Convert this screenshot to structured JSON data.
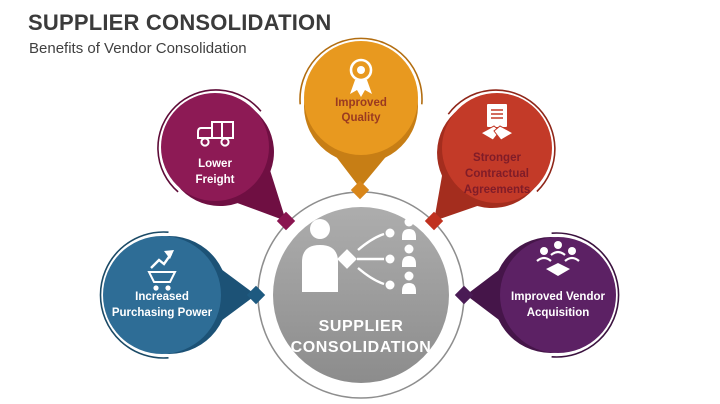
{
  "header": {
    "title": "SUPPLIER CONSOLIDATION",
    "subtitle": "Benefits of Vendor Consolidation"
  },
  "center": {
    "label_line1": "SUPPLIER",
    "label_line2": "CONSOLIDATION",
    "icon": "supplier-network-icon",
    "color": "#9a9a9a",
    "ring_color": "#8e8e8e"
  },
  "nodes": [
    {
      "id": "improved-quality",
      "label": "Improved Quality",
      "lines": [
        "Improved",
        "Quality"
      ],
      "icon": "award-ribbon-icon",
      "position": "top",
      "color": "#e8991f",
      "dark_color": "#c77e15",
      "arc_color": "#b26d10",
      "connector_color": "#d8861a",
      "text_color": "#9a3a20"
    },
    {
      "id": "lower-freight",
      "label": "Lower Freight",
      "lines": [
        "Lower",
        "Freight"
      ],
      "icon": "truck-icon",
      "position": "upper-left",
      "color": "#8d1a55",
      "dark_color": "#6f0f42",
      "arc_color": "#5e0c38",
      "connector_color": "#8a1550",
      "text_color": "#ffffff"
    },
    {
      "id": "stronger-contractual-agreements",
      "label": "Stronger Contractual Agreements",
      "lines": [
        "Stronger",
        "Contractual",
        "Agreements"
      ],
      "icon": "contract-handshake-icon",
      "position": "upper-right",
      "color": "#c33a28",
      "dark_color": "#a42d1e",
      "arc_color": "#8f2619",
      "connector_color": "#c0311f",
      "text_color": "#801c28"
    },
    {
      "id": "increased-purchasing-power",
      "label": "Increased Purchasing Power",
      "lines": [
        "Increased",
        "Purchasing Power"
      ],
      "icon": "cart-growth-icon",
      "position": "left",
      "color": "#2e6d96",
      "dark_color": "#1c5276",
      "arc_color": "#1b4a66",
      "connector_color": "#1e5a80",
      "text_color": "#ffffff"
    },
    {
      "id": "improved-vendor-acquisition",
      "label": "Improved Vendor Acquisition",
      "lines": [
        "Improved Vendor",
        "Acquisition"
      ],
      "icon": "vendor-handshake-icon",
      "position": "right",
      "color": "#5c2164",
      "dark_color": "#451549",
      "arc_color": "#3b123f",
      "connector_color": "#4a1b55",
      "text_color": "#ffffff"
    }
  ]
}
